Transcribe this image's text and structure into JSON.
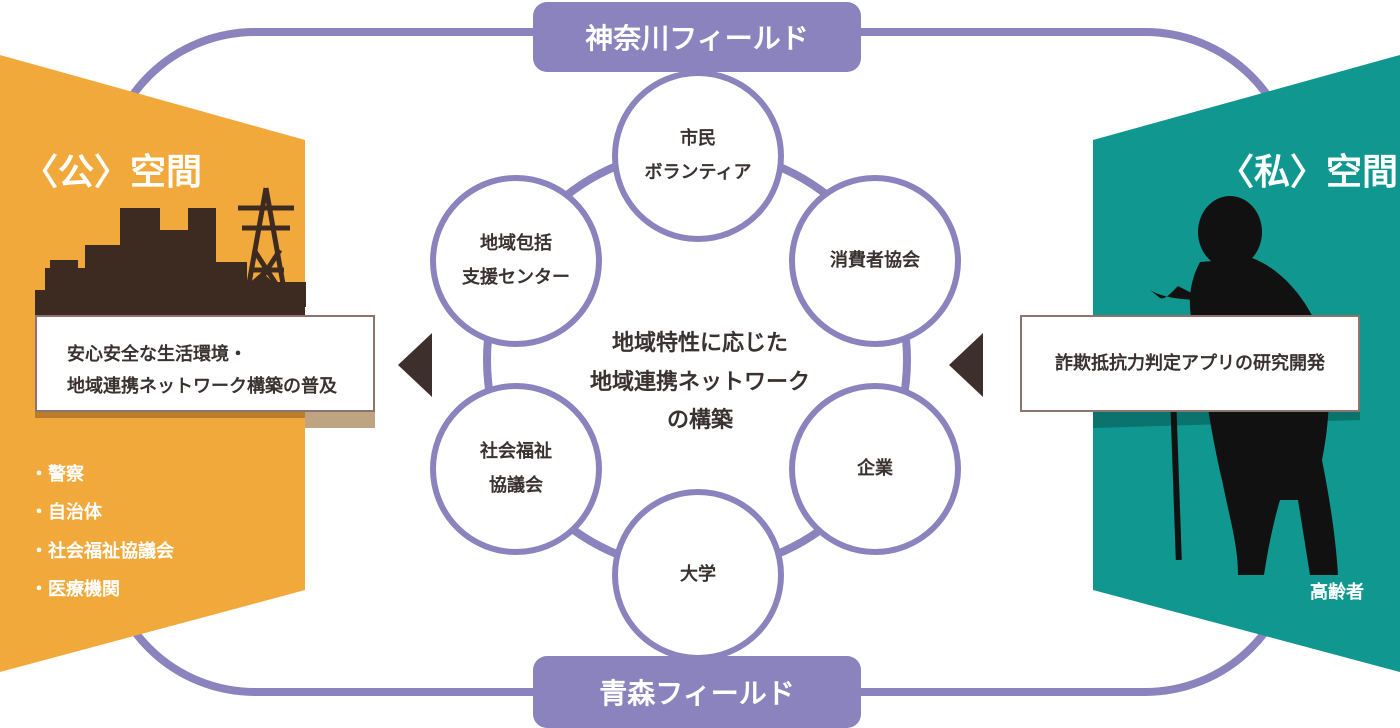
{
  "fields": {
    "top": "神奈川フィールド",
    "bottom": "青森フィールド"
  },
  "center": {
    "text": "地域特性に応じた\n地域連携ネットワーク\nの構築"
  },
  "nodes": [
    {
      "id": "volunteer",
      "label": "市民\nボランティア"
    },
    {
      "id": "consumer",
      "label": "消費者協会"
    },
    {
      "id": "company",
      "label": "企業"
    },
    {
      "id": "university",
      "label": "大学"
    },
    {
      "id": "welfare",
      "label": "社会福祉\n協議会"
    },
    {
      "id": "support-center",
      "label": "地域包括\n支援センター"
    }
  ],
  "public_space": {
    "title": "〈公〉空間",
    "box_text": "安心安全な生活環境・\n地域連携ネットワーク構築の普及",
    "items": [
      "・警察",
      "・自治体",
      "・社会福祉協議会",
      "・医療機関"
    ],
    "color": "#f2a93b"
  },
  "private_space": {
    "title": "〈私〉空間",
    "box_text": "詐欺抵抗力判定アプリの研究開発",
    "caption": "高齢者",
    "color": "#0f9790"
  },
  "colors": {
    "accent": "#8b83bd",
    "arrow": "#3d302c",
    "silhouette": "#111111",
    "city": "#3d2a20"
  }
}
